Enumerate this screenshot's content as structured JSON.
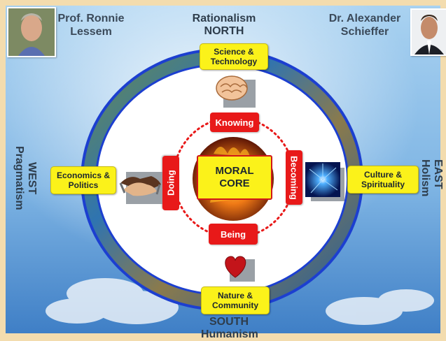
{
  "people": {
    "left_name": "Prof. Ronnie\nLessem",
    "right_name": "Dr. Alexander\nSchieffer"
  },
  "directions": {
    "north": {
      "label": "Rationalism\nNORTH",
      "box": "Science &\nTechnology"
    },
    "south": {
      "label": "SOUTH\nHumanism",
      "box": "Nature &\nCommunity"
    },
    "west": {
      "label": "WEST\nPragmatism",
      "box": "Economics &\nPolitics"
    },
    "east": {
      "label": "EAST\nHolism",
      "box": "Culture &\nSpirituality"
    }
  },
  "center": {
    "core": "MORAL\nCORE",
    "knowing": "Knowing",
    "being": "Being",
    "doing": "Doing",
    "becoming": "Becoming"
  },
  "icons": [
    "brain-icon",
    "handshake-icon",
    "plasma-ball-icon",
    "heart-icon",
    "portrait-photo"
  ],
  "colors": {
    "accent_red": "#e81919",
    "box_yellow": "#fbf21a",
    "ring_blue": "#1c3fd0"
  }
}
